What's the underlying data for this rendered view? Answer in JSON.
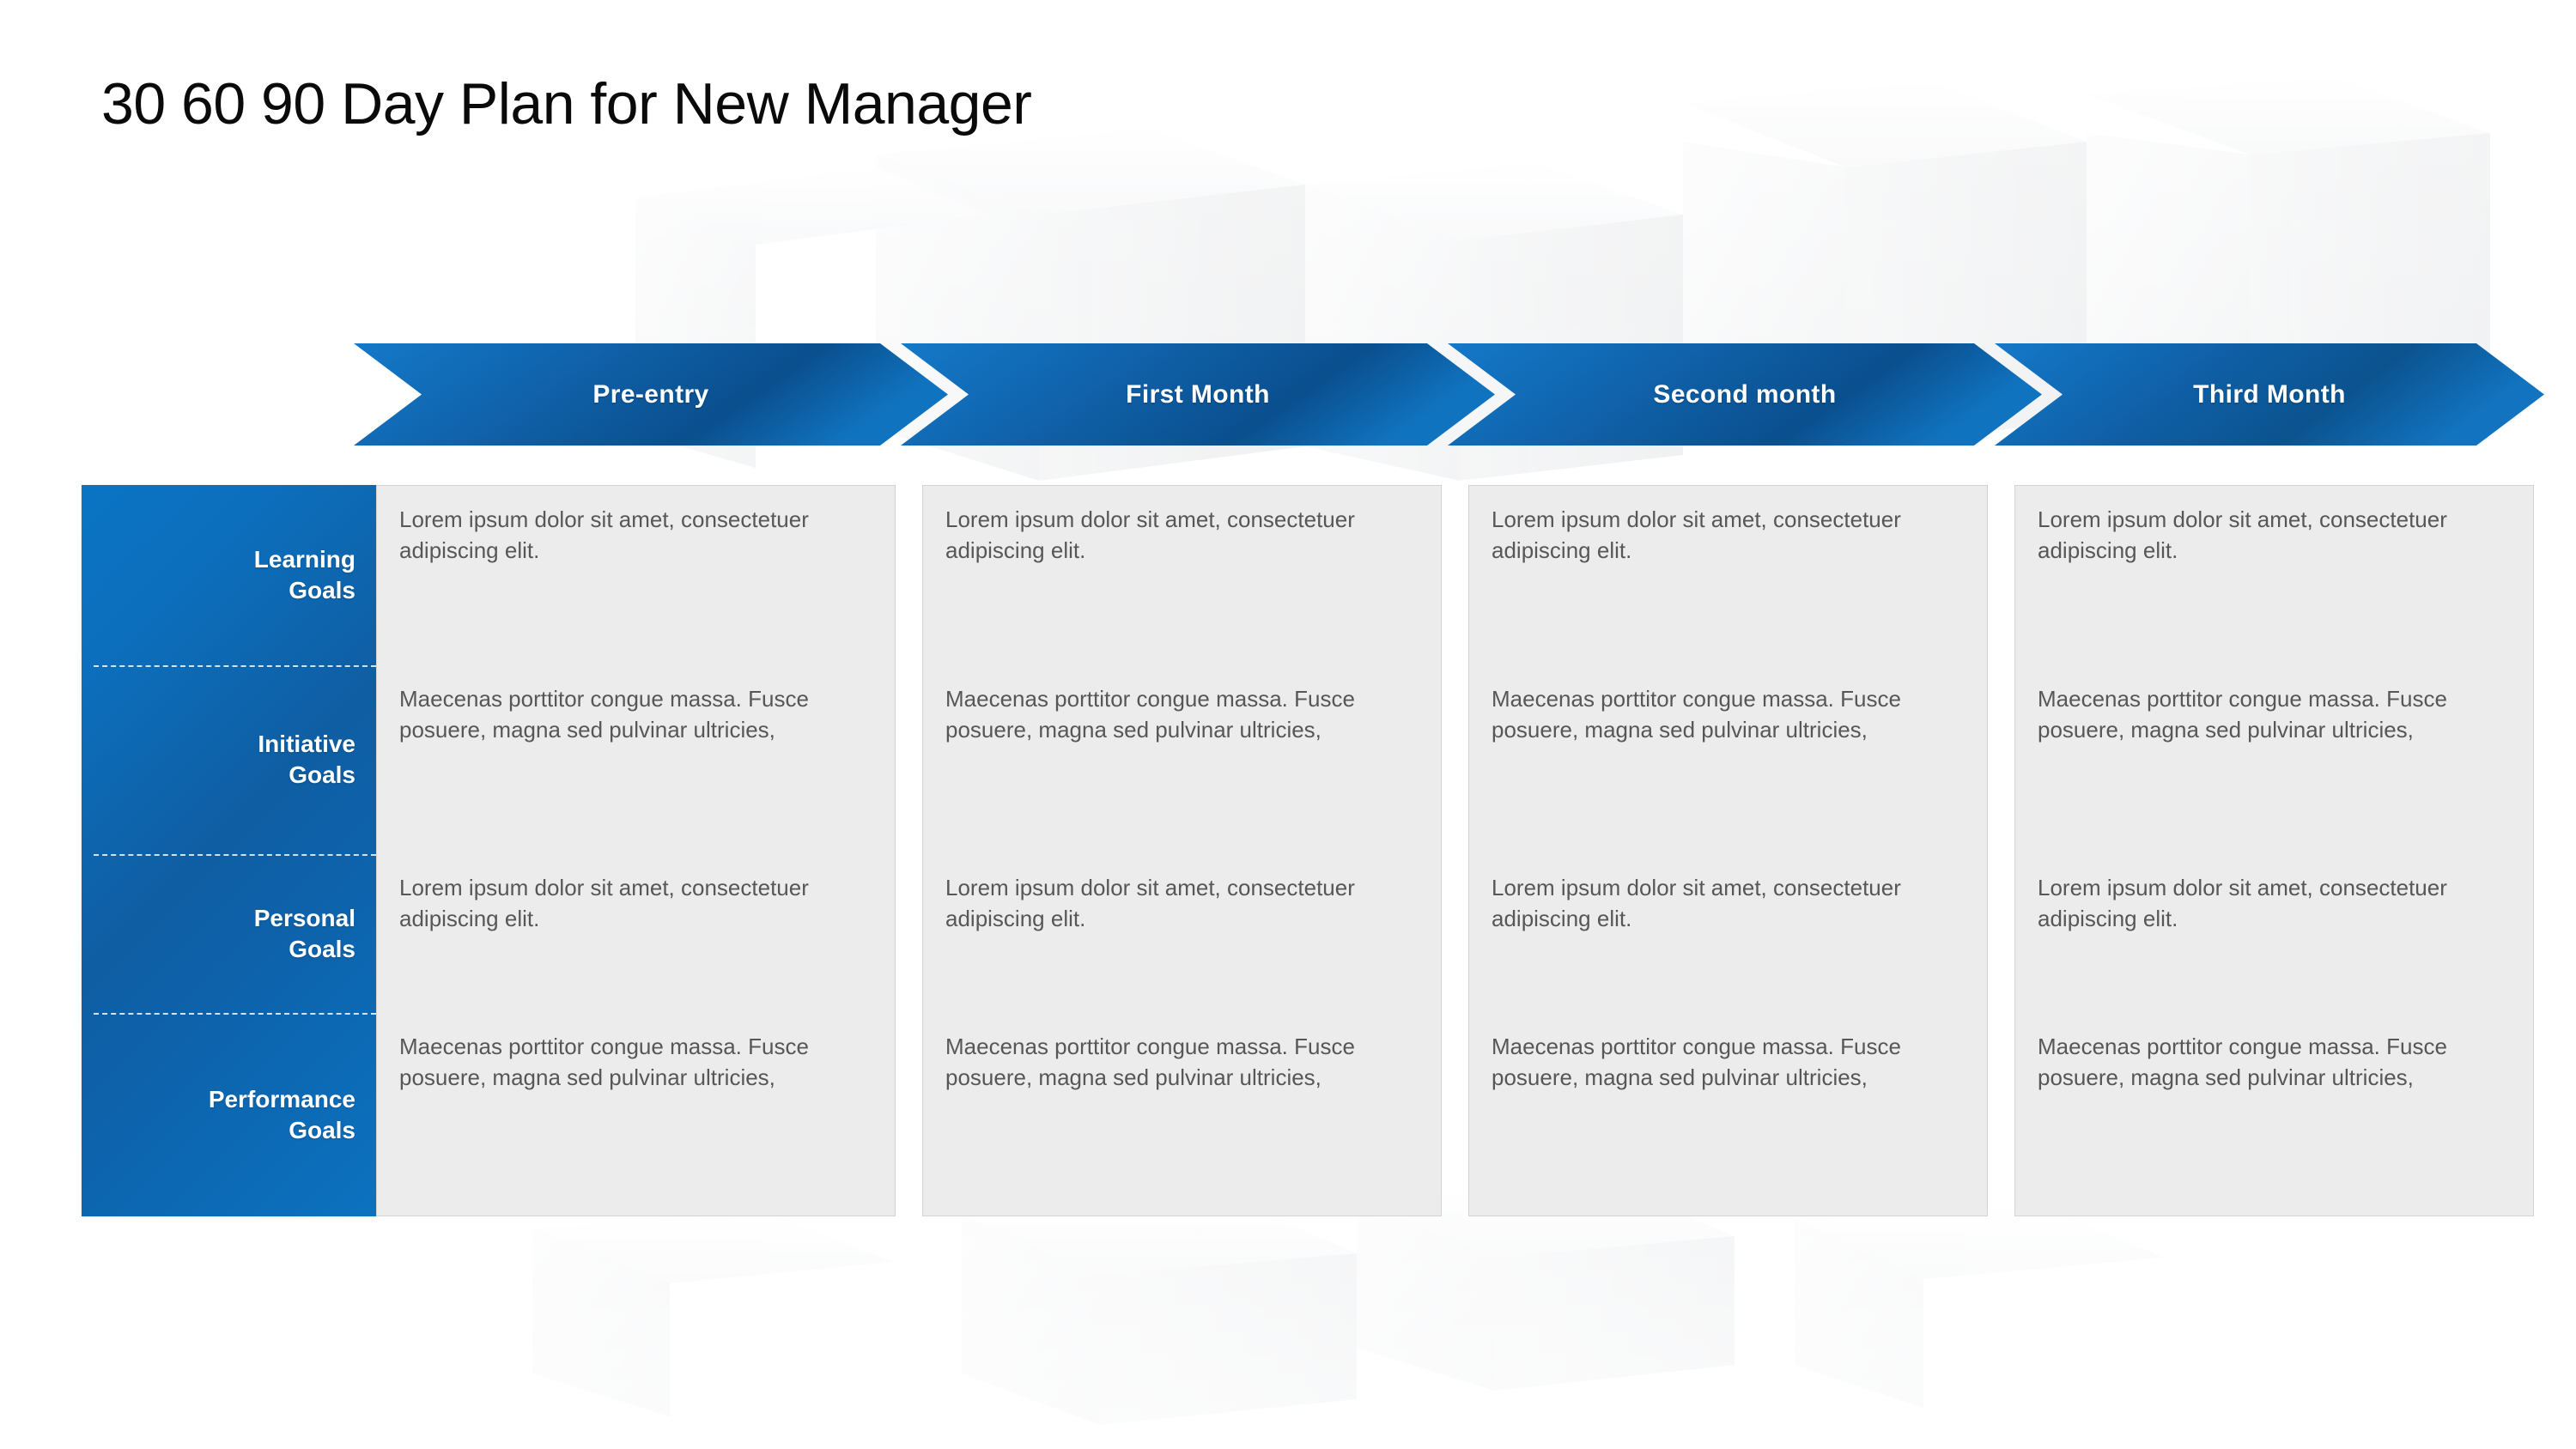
{
  "page_title": "30 60 90 Day Plan for New Manager",
  "theme": {
    "accent_blue": "#0a74c4",
    "accent_blue_dark": "#0f5ea3",
    "cell_background": "#ececec",
    "cell_text": "#575757",
    "divider": "#bdbdbd",
    "title_color": "#0a0a0a"
  },
  "phases": [
    {
      "label": "Pre-entry"
    },
    {
      "label": "First Month"
    },
    {
      "label": "Second month"
    },
    {
      "label": "Third Month"
    }
  ],
  "rows": [
    {
      "label_line1": "Learning",
      "label_line2": "Goals",
      "cells": [
        "Lorem ipsum dolor sit amet, consectetuer adipiscing elit.",
        "Lorem ipsum dolor sit amet, consectetuer adipiscing elit.",
        "Lorem ipsum dolor sit amet, consectetuer adipiscing elit.",
        "Lorem ipsum dolor sit amet, consectetuer adipiscing elit."
      ]
    },
    {
      "label_line1": "Initiative",
      "label_line2": "Goals",
      "cells": [
        " Maecenas porttitor congue massa. Fusce posuere, magna sed pulvinar ultricies,",
        " Maecenas porttitor congue massa. Fusce posuere, magna sed pulvinar ultricies,",
        " Maecenas porttitor congue massa. Fusce posuere, magna sed pulvinar ultricies,",
        " Maecenas porttitor congue massa. Fusce posuere, magna sed pulvinar ultricies,"
      ]
    },
    {
      "label_line1": "Personal",
      "label_line2": "Goals",
      "cells": [
        "Lorem ipsum dolor sit amet, consectetuer adipiscing elit.",
        "Lorem ipsum dolor sit amet, consectetuer adipiscing elit.",
        "Lorem ipsum dolor sit amet, consectetuer adipiscing elit.",
        "Lorem ipsum dolor sit amet, consectetuer adipiscing elit."
      ]
    },
    {
      "label_line1": "Performance",
      "label_line2": "Goals",
      "cells": [
        " Maecenas porttitor congue massa. Fusce posuere, magna sed pulvinar ultricies,",
        " Maecenas porttitor congue massa. Fusce posuere, magna sed pulvinar ultricies,",
        " Maecenas porttitor congue massa. Fusce posuere, magna sed pulvinar ultricies,",
        " Maecenas porttitor congue massa. Fusce posuere, magna sed pulvinar ultricies,"
      ]
    }
  ]
}
